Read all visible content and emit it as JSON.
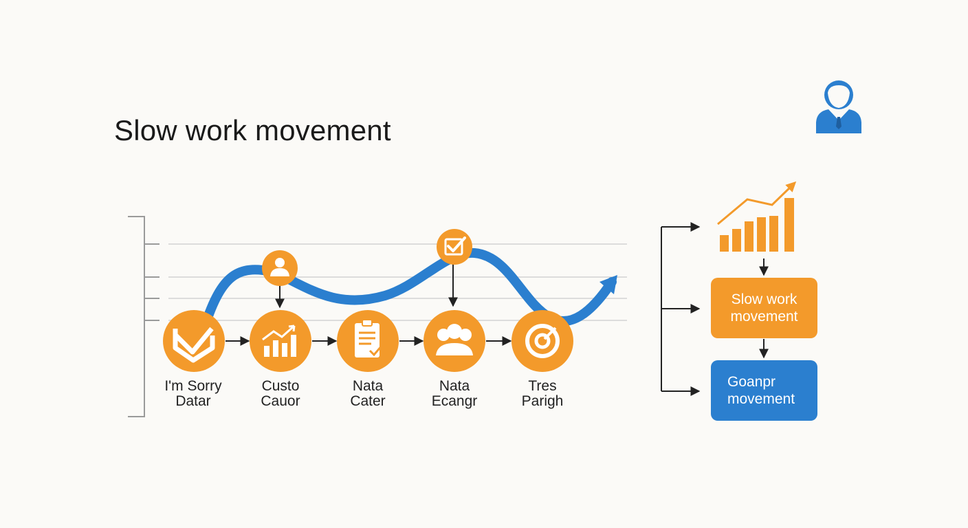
{
  "title": "Slow work movement",
  "steps": [
    {
      "line1": "I'm Sorry",
      "line2": "Datar",
      "icon": "check-icon"
    },
    {
      "line1": "Custo",
      "line2": "Cauor",
      "icon": "growth-chart-icon"
    },
    {
      "line1": "Nata",
      "line2": "Cater",
      "icon": "clipboard-icon"
    },
    {
      "line1": "Nata",
      "line2": "Ecangr",
      "icon": "group-icon"
    },
    {
      "line1": "Tres",
      "line2": "Parigh",
      "icon": "target-icon"
    }
  ],
  "markers": [
    {
      "icon": "person-icon"
    },
    {
      "icon": "check-box-icon"
    }
  ],
  "right_flow": {
    "top_icon": "rising-bar-chart-icon",
    "box1": {
      "line1": "Slow work",
      "line2": "movement"
    },
    "box2": {
      "line1": "Goanpr",
      "line2": "movement"
    }
  },
  "corner_icon": "businessman-avatar-icon",
  "colors": {
    "orange": "#f39a2b",
    "blue": "#2b7fcf",
    "dark": "#222222",
    "grid": "#d9d9d9"
  }
}
